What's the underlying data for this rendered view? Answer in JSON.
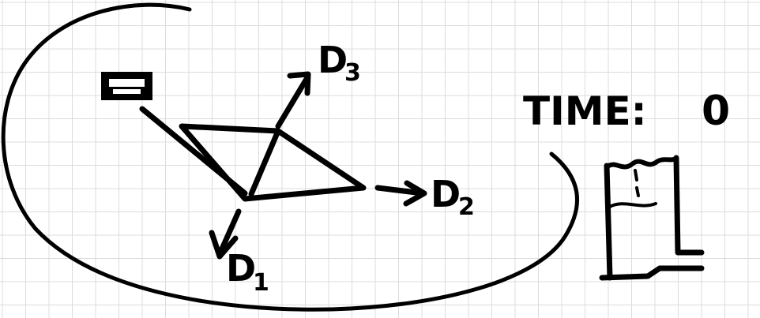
{
  "diagram": {
    "vectors": [
      {
        "id": "D1",
        "letter": "D",
        "subscript": "1"
      },
      {
        "id": "D2",
        "letter": "D",
        "subscript": "2"
      },
      {
        "id": "D3",
        "letter": "D",
        "subscript": "3"
      }
    ],
    "time_label": "TIME:",
    "time_value": "0",
    "colors": {
      "ink": "#000000",
      "grid": "#dcdcdc",
      "paper": "#ffffff"
    }
  }
}
